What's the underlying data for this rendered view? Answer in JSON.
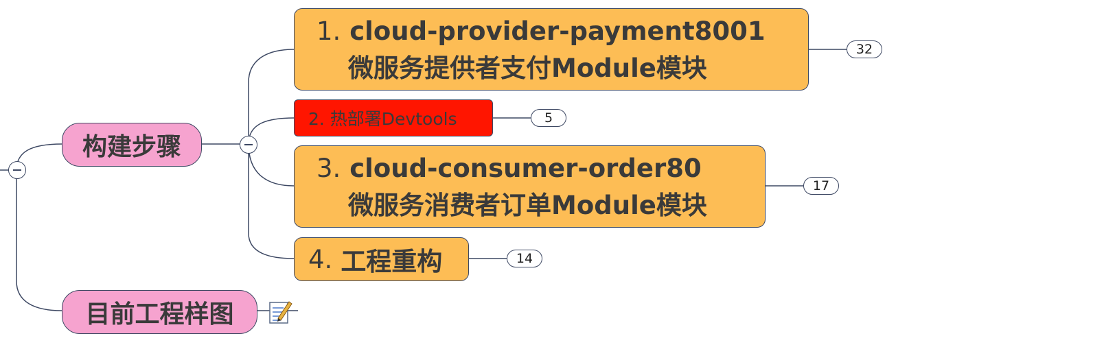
{
  "root_toggle": {
    "icon": "minus-collapse-icon"
  },
  "branches": [
    {
      "label": "构建步骤",
      "color": "#f6a3cf",
      "toggle_icon": "minus-collapse-icon"
    },
    {
      "label": "目前工程样图",
      "color": "#f6a3cf",
      "note_icon": "note-icon"
    }
  ],
  "steps": [
    {
      "num": "1.",
      "line1": "cloud-provider-payment8001",
      "line2": "微服务提供者支付Module模块",
      "count": "32",
      "color": "#fdbd55"
    },
    {
      "label": "2. 热部署Devtools",
      "count": "5",
      "color": "#ff1500"
    },
    {
      "num": "3.",
      "line1": "cloud-consumer-order80",
      "line2": "微服务消费者订单Module模块",
      "count": "17",
      "color": "#fdbd55"
    },
    {
      "num": "4.",
      "label": "工程重构",
      "count": "14",
      "color": "#fdbd55"
    }
  ]
}
